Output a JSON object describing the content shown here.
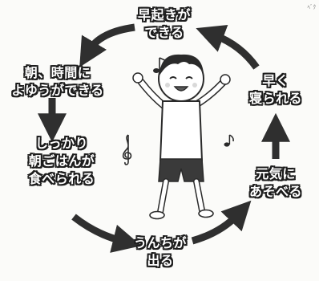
{
  "corner_mark": "ﾍﾞｸ",
  "steps": [
    {
      "lines": [
        "早起きが",
        "できる"
      ]
    },
    {
      "lines": [
        "早く",
        "寝られる"
      ]
    },
    {
      "lines": [
        "元気に",
        "あそべる"
      ]
    },
    {
      "lines": [
        "うんちが",
        "出る"
      ]
    },
    {
      "lines": [
        "しっかり",
        "朝ごはんが",
        "食べられる"
      ]
    },
    {
      "lines": [
        "朝、時間に",
        "よゆうができる"
      ]
    }
  ],
  "decorations": [
    "music-note",
    "music-note",
    "treble-clef"
  ],
  "colors": {
    "arrow": "#2f2f2f",
    "text_fill": "#ffffff",
    "text_outline": "#1c1c1c",
    "shorts": "#3a3a3a"
  }
}
